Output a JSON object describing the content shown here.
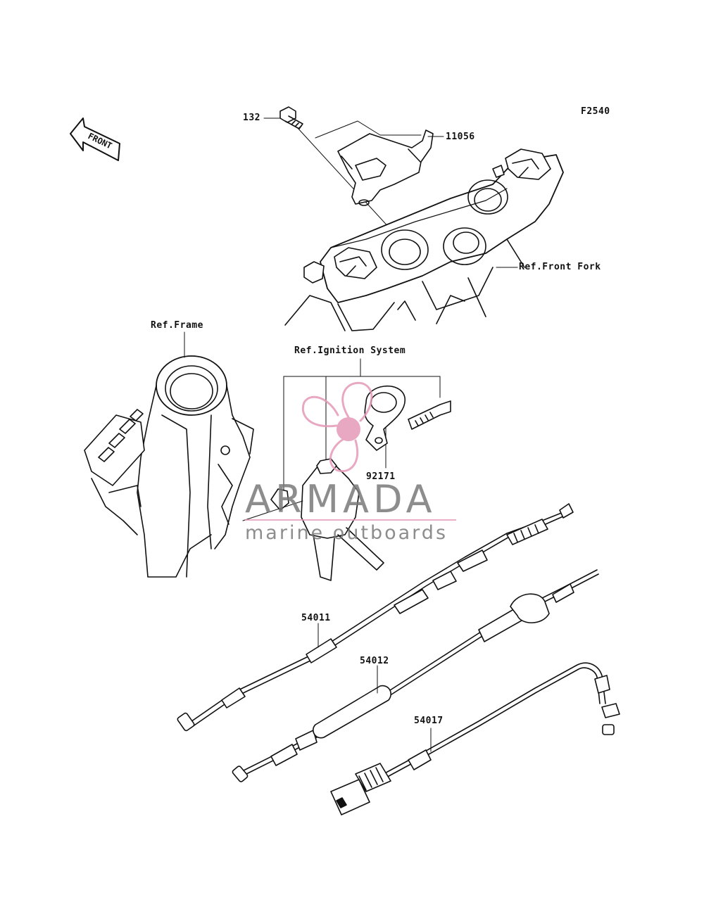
{
  "figure_code": "F2540",
  "front_marker": "FRONT",
  "parts": {
    "p132": "132",
    "p11056": "11056",
    "p92171": "92171",
    "p54011": "54011",
    "p54012": "54012",
    "p54017": "54017"
  },
  "references": {
    "front_fork": "Ref.Front Fork",
    "frame": "Ref.Frame",
    "ignition": "Ref.Ignition System"
  },
  "watermark": {
    "title": "ARMADA",
    "subtitle": "marine outboards",
    "accent_color": "#e59ab8",
    "text_color": "#7a7a7a"
  }
}
